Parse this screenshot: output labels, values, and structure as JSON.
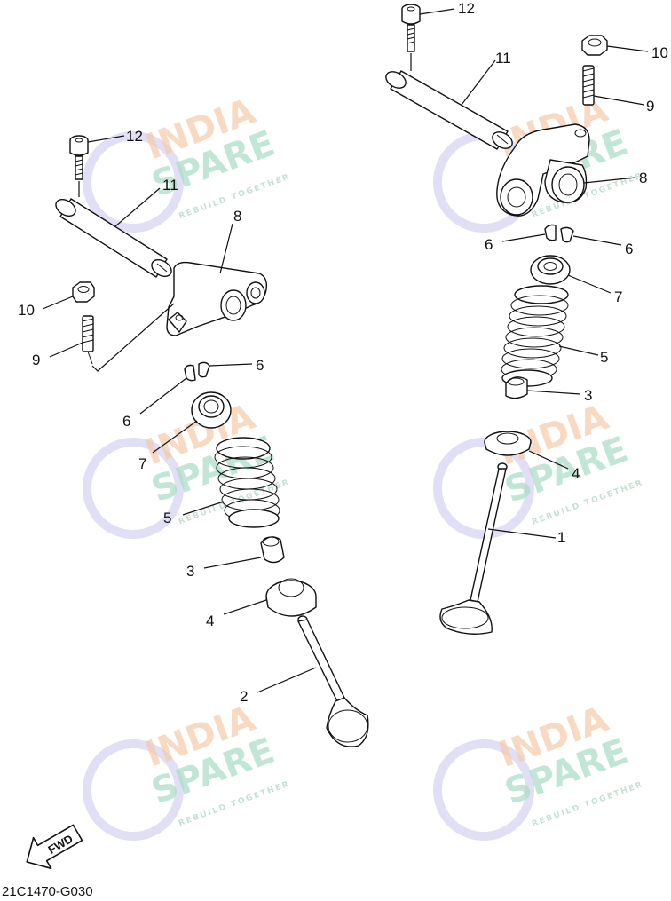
{
  "diagram_code": "21C1470-G030",
  "fwd_label": "FWD",
  "watermark": {
    "line1": "INDIA",
    "line2": "SPARE",
    "tagline": "REBUILD TOGETHER",
    "colors": {
      "india": "#f6c9a8",
      "spare": "#a9dcc6",
      "ring": "#c8c4ec"
    }
  },
  "callouts": {
    "left": {
      "n12": "12",
      "n11": "11",
      "n8": "8",
      "n10": "10",
      "n9": "9",
      "n6a": "6",
      "n6b": "6",
      "n7": "7",
      "n5": "5",
      "n3": "3",
      "n4": "4",
      "n2": "2"
    },
    "right": {
      "n12": "12",
      "n11": "11",
      "n10": "10",
      "n9": "9",
      "n8": "8",
      "n6a": "6",
      "n6b": "6",
      "n7": "7",
      "n5": "5",
      "n3": "3",
      "n4": "4",
      "n1": "1"
    }
  }
}
